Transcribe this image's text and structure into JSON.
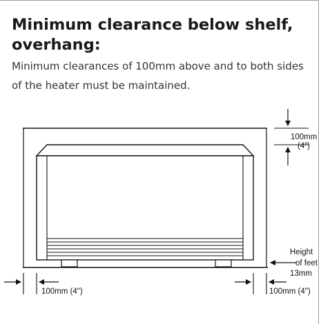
{
  "heading": "Minimum clearance below shelf, overhang:",
  "body": "Minimum clearances of 100mm above and to both sides of the heater must be maintained.",
  "diagram": {
    "top_clearance_mm": "100mm",
    "top_clearance_in": "(4\")",
    "feet_label_line1": "Height",
    "feet_label_line2": "of feet",
    "feet_label_line3": "13mm",
    "left_clearance": "100mm (4\")",
    "right_clearance": "100mm (4\")"
  }
}
